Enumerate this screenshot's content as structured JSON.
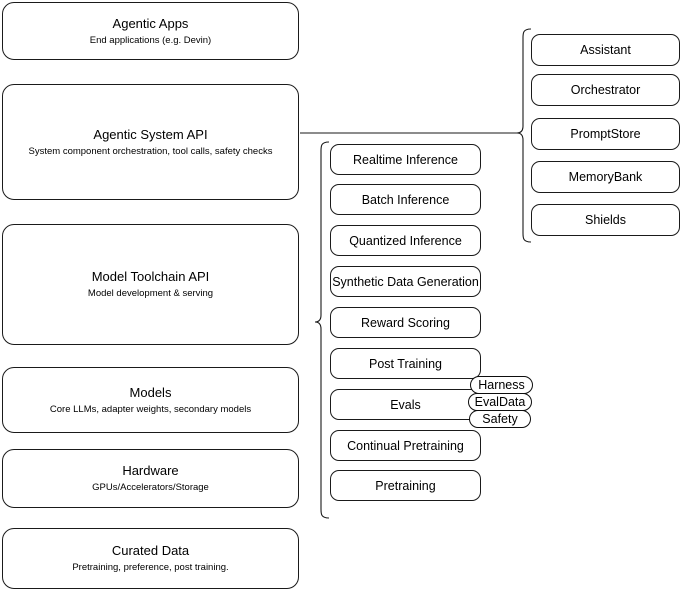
{
  "diagram": {
    "title": "AI stack layered architecture diagram",
    "stroke_color": "#1a1a1a",
    "background_color": "#ffffff"
  },
  "layers": [
    {
      "id": "agentic-apps",
      "title": "Agentic Apps",
      "subtitle": "End applications (e.g. Devin)"
    },
    {
      "id": "agentic-system-api",
      "title": "Agentic System API",
      "subtitle": "System component orchestration, tool calls, safety checks"
    },
    {
      "id": "model-toolchain-api",
      "title": "Model Toolchain API",
      "subtitle": "Model development & serving"
    },
    {
      "id": "models",
      "title": "Models",
      "subtitle": "Core LLMs, adapter weights, secondary models"
    },
    {
      "id": "hardware",
      "title": "Hardware",
      "subtitle": "GPUs/Accelerators/Storage"
    },
    {
      "id": "curated-data",
      "title": "Curated Data",
      "subtitle": "Pretraining, preference, post training."
    }
  ],
  "toolchain_components": [
    {
      "id": "realtime-inference",
      "label": "Realtime Inference"
    },
    {
      "id": "batch-inference",
      "label": "Batch Inference"
    },
    {
      "id": "quantized-inference",
      "label": "Quantized Inference"
    },
    {
      "id": "synthetic-data-generation",
      "label": "Synthetic Data Generation"
    },
    {
      "id": "reward-scoring",
      "label": "Reward Scoring"
    },
    {
      "id": "post-training",
      "label": "Post Training"
    },
    {
      "id": "evals",
      "label": "Evals"
    },
    {
      "id": "continual-pretraining",
      "label": "Continual Pretraining"
    },
    {
      "id": "pretraining",
      "label": "Pretraining"
    }
  ],
  "eval_tags": [
    {
      "id": "harness",
      "label": "Harness"
    },
    {
      "id": "evaldata",
      "label": "EvalData"
    },
    {
      "id": "safety",
      "label": "Safety"
    }
  ],
  "system_components": [
    {
      "id": "assistant",
      "label": "Assistant"
    },
    {
      "id": "orchestrator",
      "label": "Orchestrator"
    },
    {
      "id": "promptstore",
      "label": "PromptStore"
    },
    {
      "id": "memorybank",
      "label": "MemoryBank"
    },
    {
      "id": "shields",
      "label": "Shields"
    }
  ]
}
